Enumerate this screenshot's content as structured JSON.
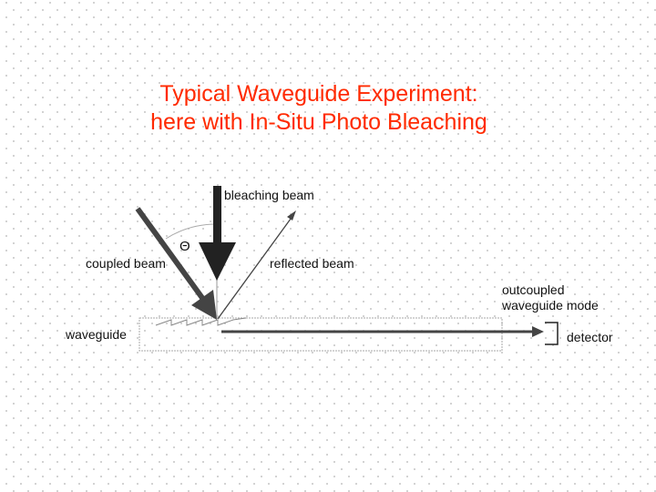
{
  "title": {
    "line1": "Typical Waveguide Experiment:",
    "line2": "here with In-Situ Photo Bleaching"
  },
  "labels": {
    "bleaching_beam": "bleaching beam",
    "coupled_beam": "coupled beam",
    "reflected_beam": "reflected beam",
    "theta": "Θ",
    "outcoupled_line1": "outcoupled",
    "outcoupled_line2": "waveguide mode",
    "waveguide": "waveguide",
    "detector": "detector"
  },
  "colors": {
    "title": "#ff2a00",
    "beam": "#333333"
  }
}
